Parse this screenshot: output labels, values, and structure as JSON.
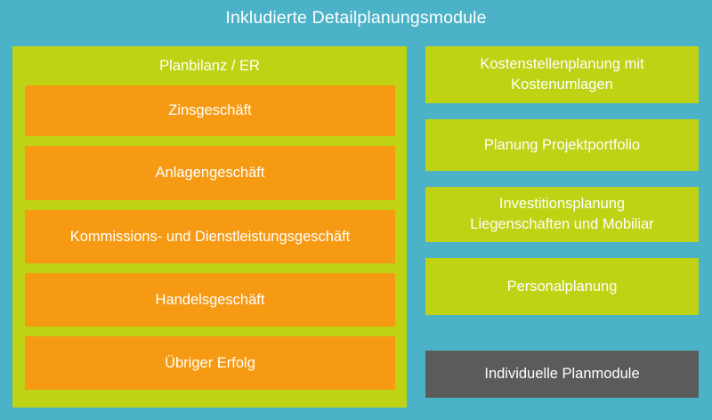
{
  "slide": {
    "title": "Inkludierte Detailplanungsmodule",
    "colors": {
      "background_teal": "#4bb2c8",
      "group_green": "#bdd313",
      "sub_orange": "#f59a12",
      "custom_gray": "#5b5b5b",
      "text_white": "#ffffff"
    }
  },
  "left_group": {
    "header": "Planbilanz / ER",
    "modules": [
      {
        "label": "Zinsgeschäft"
      },
      {
        "label": "Anlagengeschäft"
      },
      {
        "label": "Kommissions- und Dienstleistungsgeschäft"
      },
      {
        "label": "Handelsgeschäft"
      },
      {
        "label": "Übriger Erfolg"
      }
    ]
  },
  "right_column": {
    "modules": [
      {
        "label": "Kostenstellenplanung mit\nKostenumlagen"
      },
      {
        "label": "Planung Projektportfolio"
      },
      {
        "label": "Investitionsplanung\nLiegenschaften und Mobiliar"
      },
      {
        "label": "Personalplanung"
      }
    ],
    "custom": {
      "label": "Individuelle Planmodule"
    }
  }
}
